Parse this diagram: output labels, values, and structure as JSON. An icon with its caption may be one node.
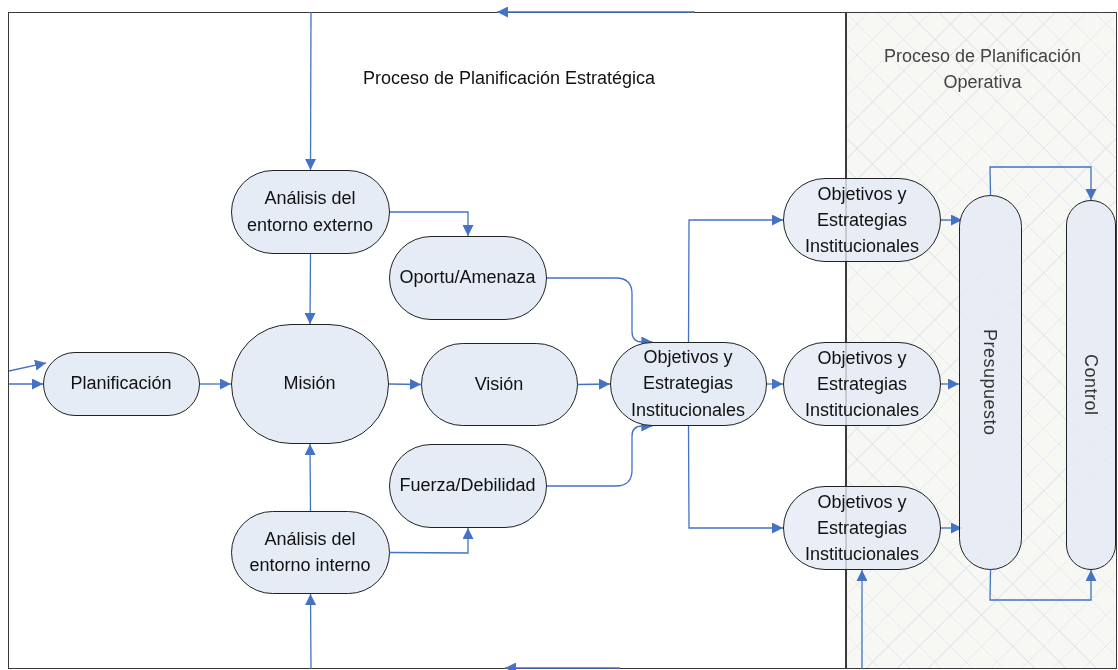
{
  "diagram": {
    "nodes": [
      {
        "text": [
          "Proceso de Planificación Estratégica"
        ]
      },
      {
        "text": [
          "Proceso de Planificación Operativa"
        ]
      },
      {
        "text": [
          "Análisis del entorno externo"
        ],
        "in": 0
      },
      {
        "text": [
          "Oportu/Amenaza"
        ],
        "in": 0
      },
      {
        "text": [
          "Planificación"
        ],
        "in": 0
      },
      {
        "text": [
          "Misión"
        ],
        "in": 0
      },
      {
        "text": [
          "Visión"
        ],
        "in": 0
      },
      {
        "text": [
          "Objetivos y Estrategias Institucionales"
        ],
        "in": 0
      },
      {
        "text": [
          "Fuerza/Debilidad"
        ],
        "in": 0
      },
      {
        "text": [
          "Análisis del entorno interno"
        ],
        "in": 0
      },
      {
        "text": [
          "Objetivos y Estrategias Institucionales"
        ]
      },
      {
        "text": [
          "Objetivos y Estrategias Institucionales"
        ]
      },
      {
        "text": [
          "Objetivos y Estrategias Institucionales"
        ]
      },
      {
        "text": [
          "Presupuesto"
        ],
        "in": 1
      },
      {
        "text": [
          "Control"
        ],
        "in": 1
      }
    ],
    "edges": [
      {
        "from": null,
        "to": 2,
        "arrow": "to"
      },
      {
        "from": 2,
        "to": 5,
        "arrow": "to"
      },
      {
        "from": 2,
        "to": 3,
        "arrow": "to"
      },
      {
        "from": null,
        "to": 4,
        "arrow": "to"
      },
      {
        "from": null,
        "to": 4,
        "arrow": "to"
      },
      {
        "from": 4,
        "to": 5,
        "arrow": "to"
      },
      {
        "from": 5,
        "to": 6,
        "arrow": "to"
      },
      {
        "from": 6,
        "to": 7,
        "arrow": "to"
      },
      {
        "from": 3,
        "to": 7,
        "arrow": "to"
      },
      {
        "from": 8,
        "to": 7,
        "arrow": "to"
      },
      {
        "from": 9,
        "to": 5,
        "arrow": "to"
      },
      {
        "from": 9,
        "to": 8,
        "arrow": "to"
      },
      {
        "from": null,
        "to": 9,
        "arrow": "to"
      },
      {
        "from": 7,
        "to": 10,
        "arrow": "to"
      },
      {
        "from": 7,
        "to": 11,
        "arrow": "to"
      },
      {
        "from": 7,
        "to": 12,
        "arrow": "to"
      },
      {
        "from": 10,
        "to": 13,
        "arrow": "to"
      },
      {
        "from": 11,
        "to": 13,
        "arrow": "to"
      },
      {
        "from": 12,
        "to": 13,
        "arrow": "to"
      },
      {
        "from": 1,
        "to": 12,
        "arrow": "to"
      },
      {
        "from": 13,
        "to": 14,
        "arrow": "to"
      },
      {
        "from": 13,
        "to": 14,
        "arrow": "to"
      }
    ]
  }
}
